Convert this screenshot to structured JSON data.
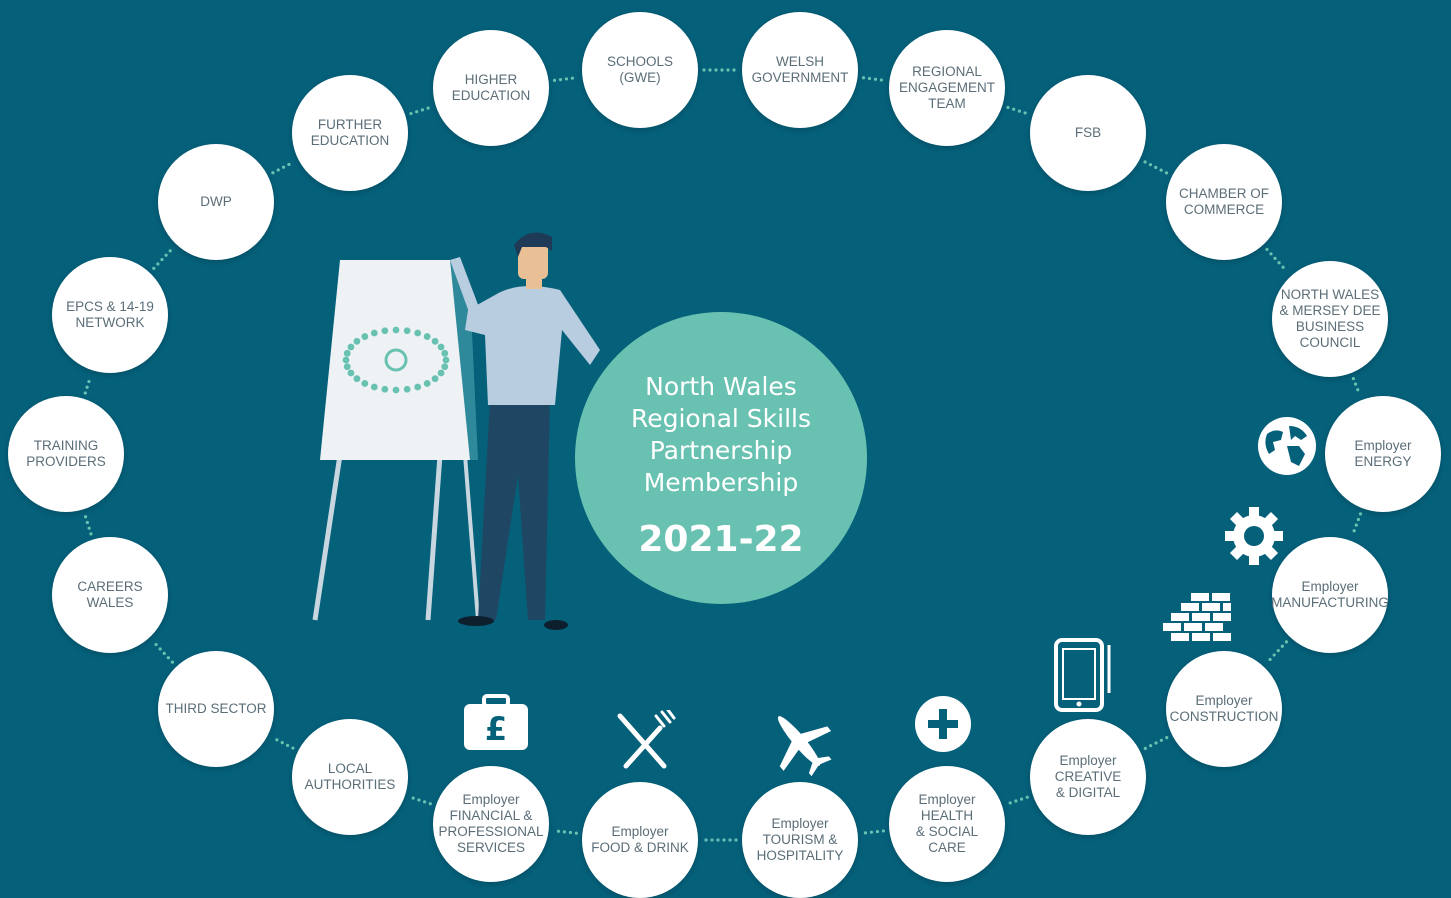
{
  "center": {
    "title": "North Wales\nRegional Skills\nPartnership\nMembership",
    "year": "2021-22"
  },
  "members": [
    {
      "id": "higher-education",
      "label": "HIGHER\nEDUCATION"
    },
    {
      "id": "schools-gwe",
      "label": "SCHOOLS\n(GWE)"
    },
    {
      "id": "welsh-government",
      "label": "WELSH\nGOVERNMENT"
    },
    {
      "id": "regional-engagement-team",
      "label": "REGIONAL\nENGAGEMENT\nTEAM"
    },
    {
      "id": "fsb",
      "label": "FSB"
    },
    {
      "id": "chamber-of-commerce",
      "label": "CHAMBER OF\nCOMMERCE"
    },
    {
      "id": "north-wales-mersey-dee",
      "label": "NORTH WALES\n& MERSEY DEE\nBUSINESS\nCOUNCIL"
    },
    {
      "id": "employer-energy",
      "label": "Employer\nENERGY"
    },
    {
      "id": "employer-manufacturing",
      "label": "Employer\nMANUFACTURING"
    },
    {
      "id": "employer-construction",
      "label": "Employer\nCONSTRUCTION"
    },
    {
      "id": "employer-creative-digital",
      "label": "Employer\nCREATIVE\n& DIGITAL"
    },
    {
      "id": "employer-health-social-care",
      "label": "Employer\nHEALTH\n& SOCIAL\nCARE"
    },
    {
      "id": "employer-tourism-hospitality",
      "label": "Employer\nTOURISM &\nHOSPITALITY"
    },
    {
      "id": "employer-food-drink",
      "label": "Employer\nFOOD & DRINK"
    },
    {
      "id": "employer-financial-professional",
      "label": "Employer\nFINANCIAL &\nPROFESSIONAL\nSERVICES"
    },
    {
      "id": "local-authorities",
      "label": "LOCAL\nAUTHORITIES"
    },
    {
      "id": "third-sector",
      "label": "THIRD SECTOR"
    },
    {
      "id": "careers-wales",
      "label": "CAREERS\nWALES"
    },
    {
      "id": "training-providers",
      "label": "TRAINING\nPROVIDERS"
    },
    {
      "id": "epcs-14-19-network",
      "label": "EPCS & 14-19\nNETWORK"
    },
    {
      "id": "dwp",
      "label": "DWP"
    },
    {
      "id": "further-education",
      "label": "FURTHER\nEDUCATION"
    }
  ],
  "icons": [
    {
      "name": "globe-icon"
    },
    {
      "name": "gear-icon"
    },
    {
      "name": "bricks-icon"
    },
    {
      "name": "tablet-icon"
    },
    {
      "name": "plus-icon"
    },
    {
      "name": "airplane-icon"
    },
    {
      "name": "cutlery-icon"
    },
    {
      "name": "briefcase-pound-icon"
    },
    {
      "name": "presenter-illustration"
    }
  ],
  "colors": {
    "background": "#05607a",
    "center_circle": "#69c2b1",
    "node_fill": "#ffffff",
    "node_text": "#5b6e78",
    "dots": "#69c2b1"
  }
}
